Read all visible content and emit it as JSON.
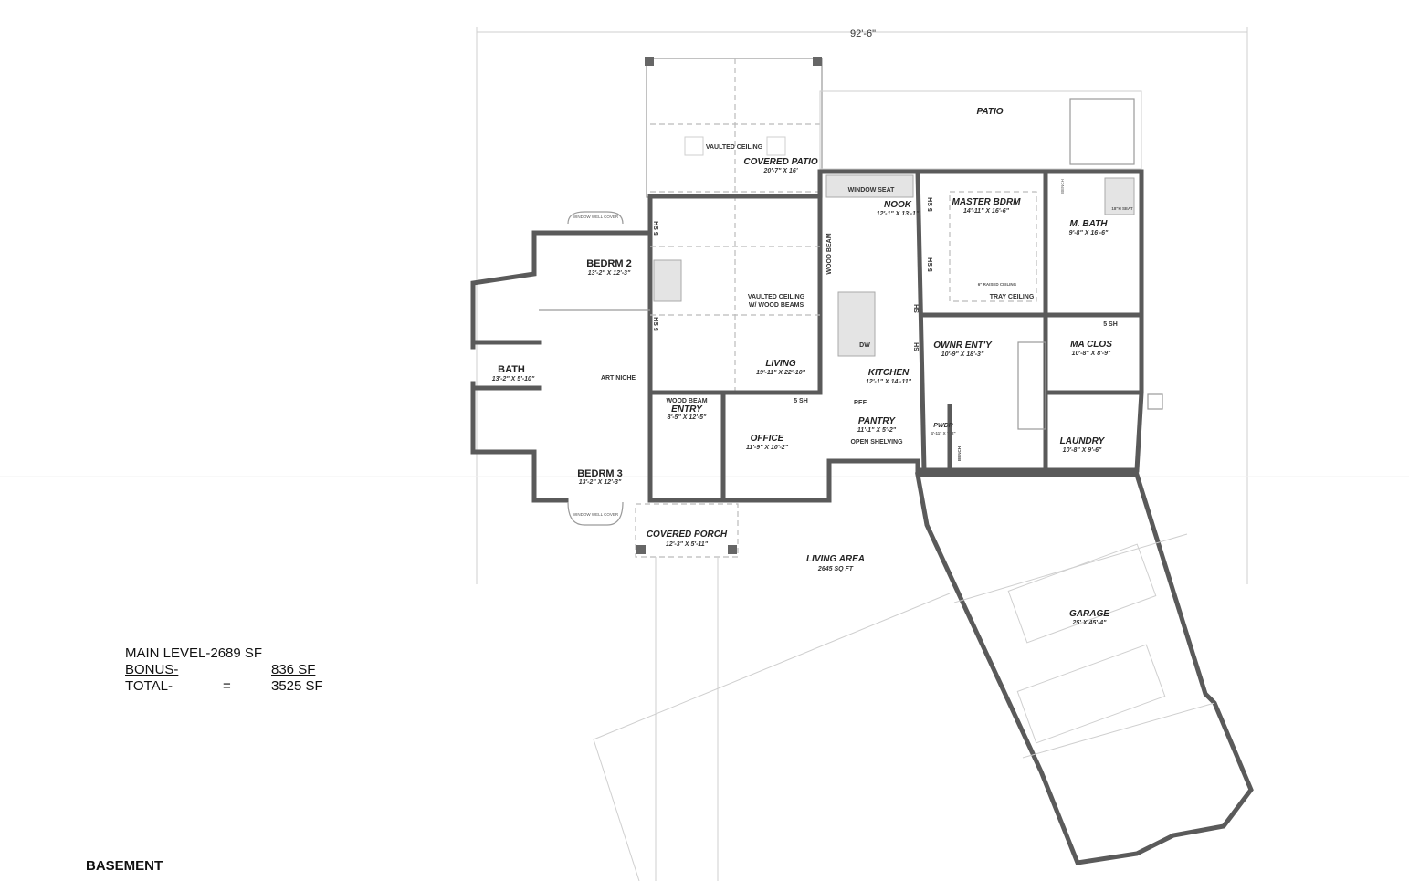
{
  "overall_dimension": "92'-6\"",
  "rooms": {
    "covered_patio": {
      "name": "COVERED PATIO",
      "size": "20'-7\" X 16'",
      "note": "VAULTED CEILING"
    },
    "patio": {
      "name": "PATIO"
    },
    "bedrm2": {
      "name": "BEDRM 2",
      "size": "13'-2\" X 12'-3\""
    },
    "bath": {
      "name": "BATH",
      "size": "13'-2\" X 5'-10\""
    },
    "art_niche": {
      "name": "ART NICHE"
    },
    "bedrm3": {
      "name": "BEDRM 3",
      "size": "13'-2\" X 12'-3\""
    },
    "living": {
      "name": "LIVING",
      "size": "19'-11\" X 22'-10\"",
      "note1": "VAULTED CEILING",
      "note2": "W/ WOOD BEAMS"
    },
    "nook": {
      "name": "NOOK",
      "size": "12'-1\" X 13'-1\"",
      "note": "WINDOW SEAT"
    },
    "kitchen": {
      "name": "KITCHEN",
      "size": "12'-1\" X 14'-11\"",
      "beam": "WOOD BEAM",
      "dw": "DW",
      "ref": "REF"
    },
    "entry": {
      "name": "ENTRY",
      "size": "8'-5\" X 12'-5\"",
      "note": "WOOD BEAM"
    },
    "office": {
      "name": "OFFICE",
      "size": "11'-9\" X 10'-2\""
    },
    "pantry": {
      "name": "PANTRY",
      "size": "11'-1\" X 5'-2\"",
      "note": "OPEN SHELVING"
    },
    "master_bdrm": {
      "name": "MASTER BDRM",
      "size": "14'-11\" X 16'-6\"",
      "note1": "6\" RAISED CEILING",
      "note2": "TRAY CEILING"
    },
    "m_bath": {
      "name": "M. BATH",
      "size": "9'-8\" X 16'-6\"",
      "seat": "18\"H SEAT",
      "bench": "BENCH"
    },
    "ownr_entry": {
      "name": "OWNR ENT'Y",
      "size": "10'-9\" X 18'-3\""
    },
    "ma_clos": {
      "name": "MA CLOS",
      "size": "10'-8\" X 8'-9\""
    },
    "pwdr": {
      "name": "PWDR",
      "size": "4'-11\" X 7'-2\"",
      "bench": "BENCH"
    },
    "laundry": {
      "name": "LAUNDRY",
      "size": "10'-8\" X 9'-6\""
    },
    "covered_porch": {
      "name": "COVERED PORCH",
      "size": "12'-3\" X 5'-11\""
    },
    "living_area": {
      "name": "LIVING AREA",
      "size": "2645 SQ FT"
    },
    "garage": {
      "name": "GARAGE",
      "size": "25' X 45'-4\""
    }
  },
  "shelf_label": "5 SH",
  "sh_label": "SH",
  "window_well": "WINDOW WELL COVER",
  "summary": {
    "main_level": "MAIN LEVEL-2689 SF",
    "bonus_label": "BONUS-",
    "bonus_value": "836 SF",
    "total_label": "TOTAL-",
    "equals": "=",
    "total_value": "3525 SF"
  },
  "level_title": "BASEMENT"
}
